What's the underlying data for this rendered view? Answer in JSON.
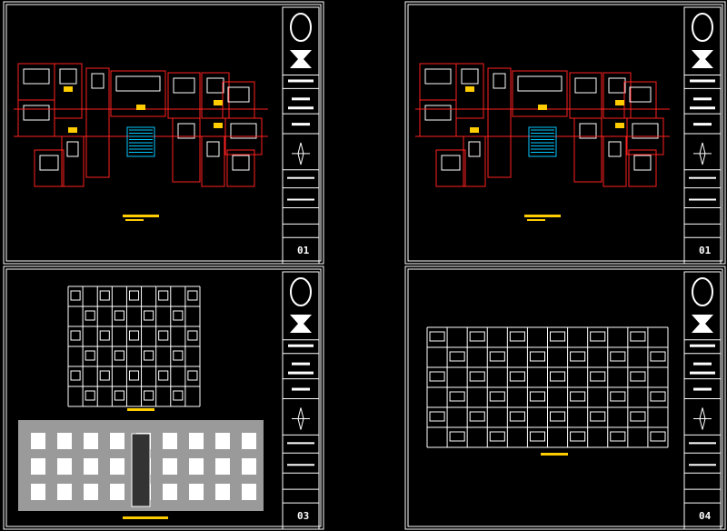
{
  "sheets": [
    {
      "id": "plan-1",
      "number": "01"
    },
    {
      "id": "plan-2",
      "number": "01"
    },
    {
      "id": "sections-elevation",
      "number": "03"
    },
    {
      "id": "section-b",
      "number": "04"
    }
  ],
  "colors": {
    "background": "#000000",
    "line": "#ffffff",
    "walls": "#ff2020",
    "accent": "#ffcc00",
    "cyan": "#00c8ff"
  }
}
